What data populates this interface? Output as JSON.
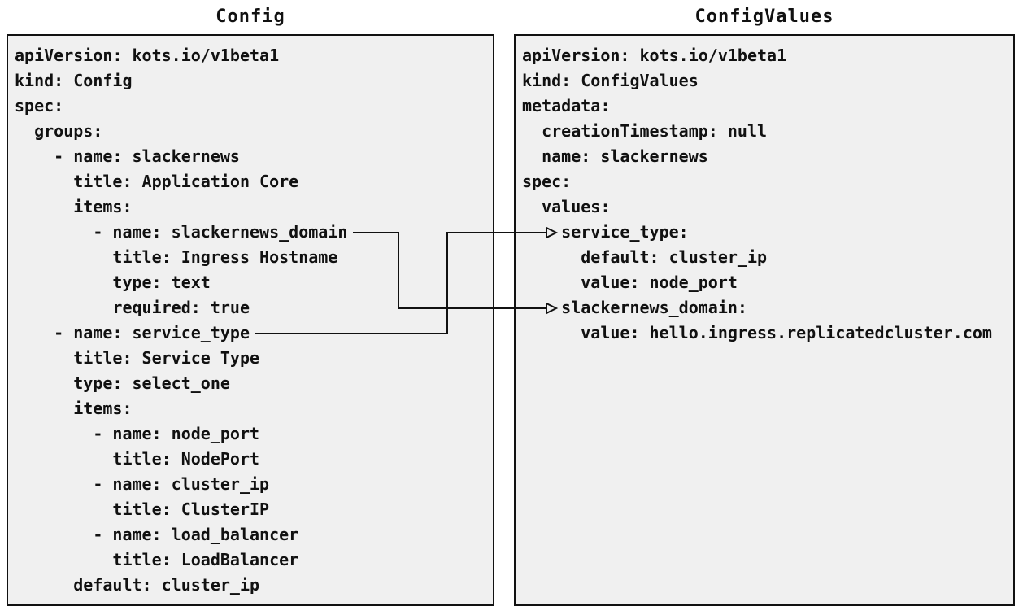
{
  "diagram": {
    "background_color": "#ffffff",
    "box_fill_color": "#f0f0f0",
    "line_color": "#111111",
    "left_panel": {
      "title": "Config",
      "code_lines": [
        "apiVersion: kots.io/v1beta1",
        "kind: Config",
        "spec:",
        "  groups:",
        "    - name: slackernews",
        "      title: Application Core",
        "      items:",
        "        - name: slackernews_domain",
        "          title: Ingress Hostname",
        "          type: text",
        "          required: true",
        "    - name: service_type",
        "      title: Service Type",
        "      type: select_one",
        "      items:",
        "        - name: node_port",
        "          title: NodePort",
        "        - name: cluster_ip",
        "          title: ClusterIP",
        "        - name: load_balancer",
        "          title: LoadBalancer",
        "      default: cluster_ip"
      ]
    },
    "right_panel": {
      "title": "ConfigValues",
      "code_lines": [
        "apiVersion: kots.io/v1beta1",
        "kind: ConfigValues",
        "metadata:",
        "  creationTimestamp: null",
        "  name: slackernews",
        "spec:",
        "  values:",
        "    service_type:",
        "      default: cluster_ip",
        "      value: node_port",
        "    slackernews_domain:",
        "      value: hello.ingress.replicatedcluster.com"
      ]
    },
    "connections": [
      {
        "source": "Config item: slackernews_domain",
        "target": "ConfigValues value: slackernews_domain"
      },
      {
        "source": "Config item: service_type",
        "target": "ConfigValues value: service_type"
      }
    ]
  }
}
